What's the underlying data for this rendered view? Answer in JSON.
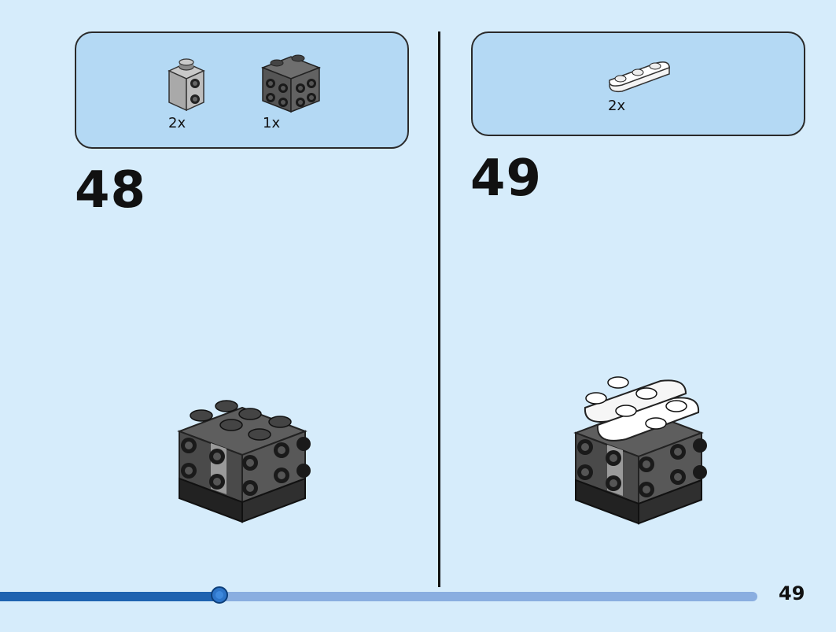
{
  "steps": [
    {
      "number": "48",
      "parts": [
        {
          "icon": "gray-1x1-brick-with-studs-on-side",
          "qty": "2x"
        },
        {
          "icon": "dark-gray-1x2-brick-with-studs-on-sides",
          "qty": "1x"
        }
      ]
    },
    {
      "number": "49",
      "parts": [
        {
          "icon": "white-1x3-rounded-plate",
          "qty": "2x"
        }
      ]
    }
  ],
  "progress": {
    "fraction": 0.29
  },
  "page_number": "49",
  "colors": {
    "background": "#d6ecfb",
    "parts_box": "#b4d9f4",
    "progress_track": "#8aaee0",
    "progress_fill": "#1f63b0"
  }
}
